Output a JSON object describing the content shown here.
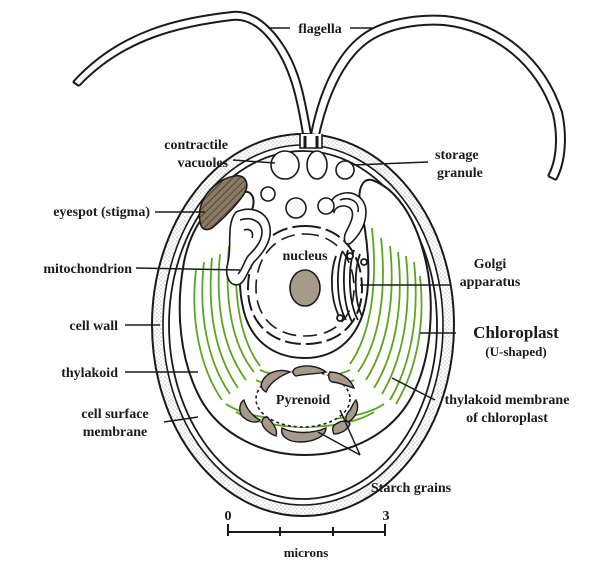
{
  "labels": {
    "flagella": "flagella",
    "contractile_1": "contractile",
    "contractile_2": "vacuoles",
    "storage_1": "storage",
    "storage_2": "granule",
    "eyespot": "eyespot (stigma)",
    "nucleus": "nucleus",
    "golgi_1": "Golgi",
    "golgi_2": "apparatus",
    "mitochondrion": "mitochondrion",
    "cell_wall": "cell wall",
    "chloroplast": "Chloroplast",
    "chloroplast_shape": "(U-shaped)",
    "thylakoid": "thylakoid",
    "pyrenoid": "Pyrenoid",
    "thylakoid_membrane_1": "thylakoid membrane",
    "thylakoid_membrane_2": "of chloroplast",
    "cell_surface_1": "cell surface",
    "cell_surface_2": "membrane",
    "starch": "Starch grains"
  },
  "scale": {
    "start": "0",
    "end": "3",
    "unit": "microns"
  },
  "colors": {
    "chloroplast": "#5aa51e",
    "granule_fill": "#a89a8b",
    "eyespot_fill": "#8a7a63",
    "ink": "#1a1a1a"
  }
}
